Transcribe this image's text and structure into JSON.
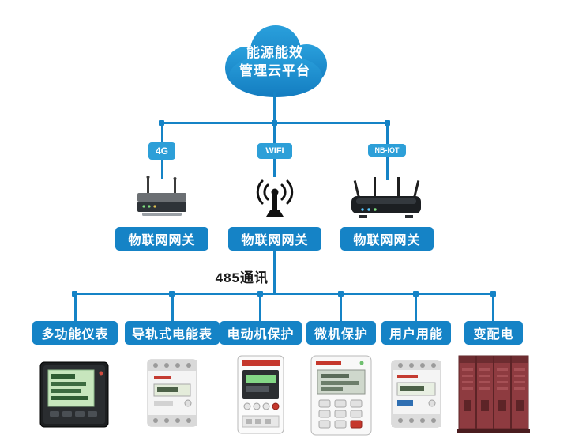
{
  "diagram": {
    "cloud": {
      "line1": "能源能效",
      "line2": "管理云平台"
    },
    "links": [
      {
        "label": "4G"
      },
      {
        "label": "WIFI"
      },
      {
        "label": "NB-IOT"
      }
    ],
    "gateways": [
      {
        "label": "物联网网关",
        "icon": "4g-router-icon"
      },
      {
        "label": "物联网网关",
        "icon": "wifi-antenna-icon"
      },
      {
        "label": "物联网网关",
        "icon": "nb-iot-router-icon"
      }
    ],
    "bus_label": "485通讯",
    "devices": [
      {
        "label": "多功能仪表",
        "icon": "multifunction-meter"
      },
      {
        "label": "导轨式电能表",
        "icon": "din-rail-energy-meter"
      },
      {
        "label": "电动机保护",
        "icon": "motor-protection-device"
      },
      {
        "label": "微机保护",
        "icon": "microcomputer-protection-device"
      },
      {
        "label": "用户用能",
        "icon": "user-energy-meter"
      },
      {
        "label": "变配电",
        "icon": "power-distribution-cabinet"
      }
    ],
    "colors": {
      "line": "#1583c6",
      "label_bg": "#1583c6",
      "badge_bg": "#2d9fd8",
      "cloud": "#1e8fd0",
      "bus_text": "#1a1a1a"
    }
  }
}
